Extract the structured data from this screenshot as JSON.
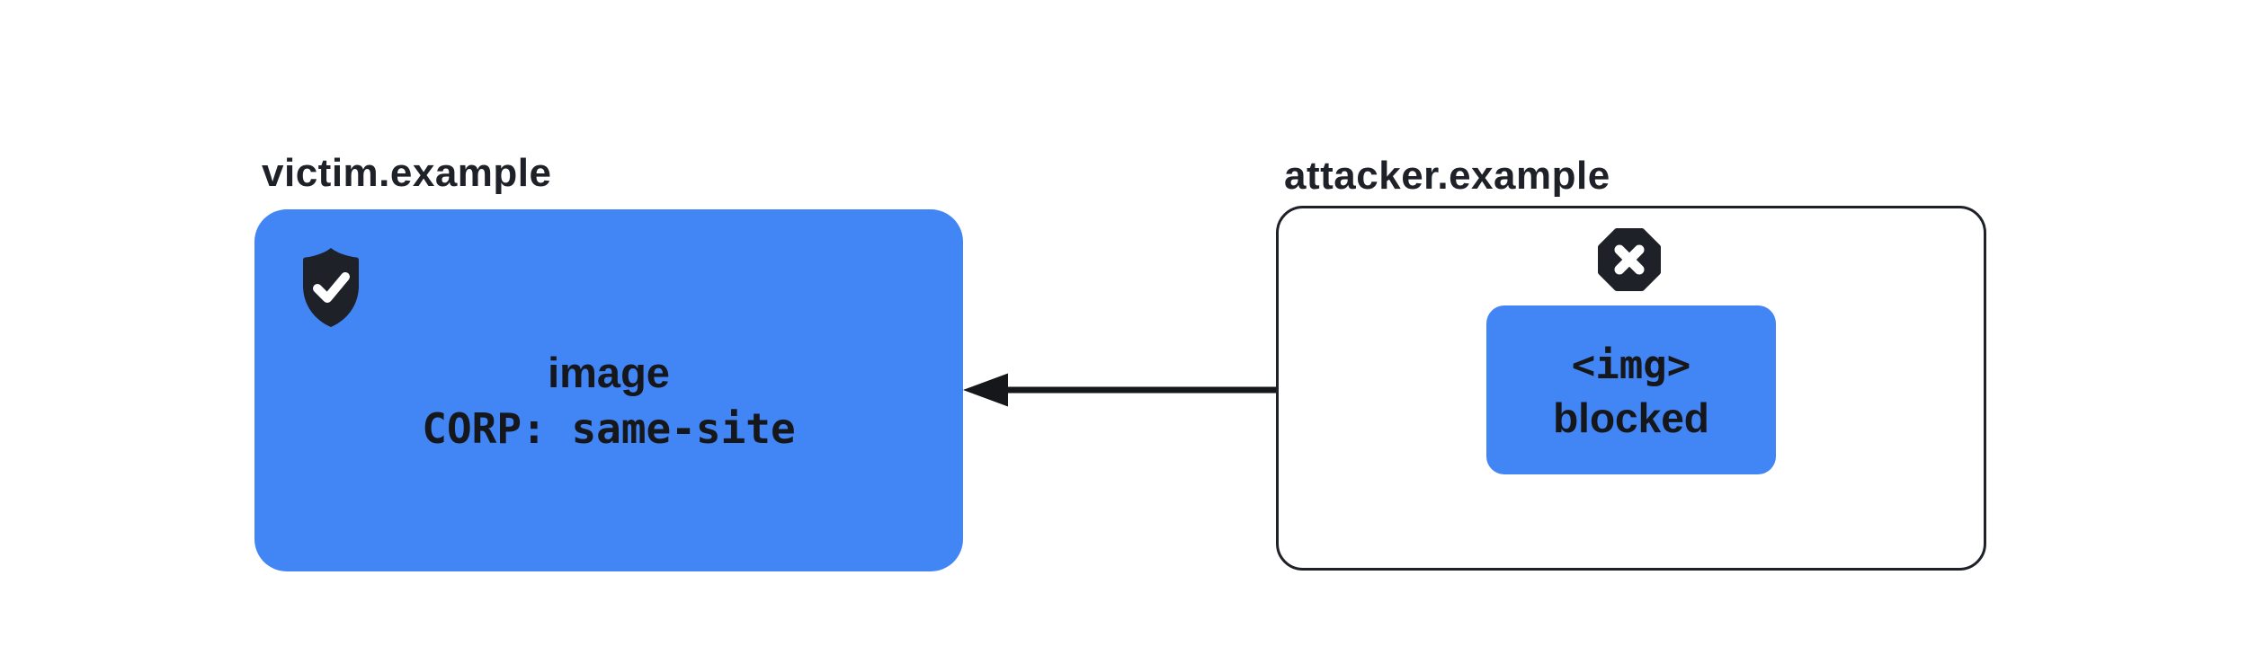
{
  "victim": {
    "domain_label": "victim.example",
    "resource_name": "image",
    "corp_header": "CORP: same-site",
    "icon": "shield-check-icon"
  },
  "attacker": {
    "domain_label": "attacker.example",
    "embed_code": "<img>",
    "embed_status": "blocked",
    "icon": "blocked-octagon-icon"
  },
  "arrow": {
    "direction": "attacker-to-victim"
  },
  "colors": {
    "accent_blue": "#4285F4",
    "ink": "#1e2127",
    "background": "#ffffff"
  }
}
